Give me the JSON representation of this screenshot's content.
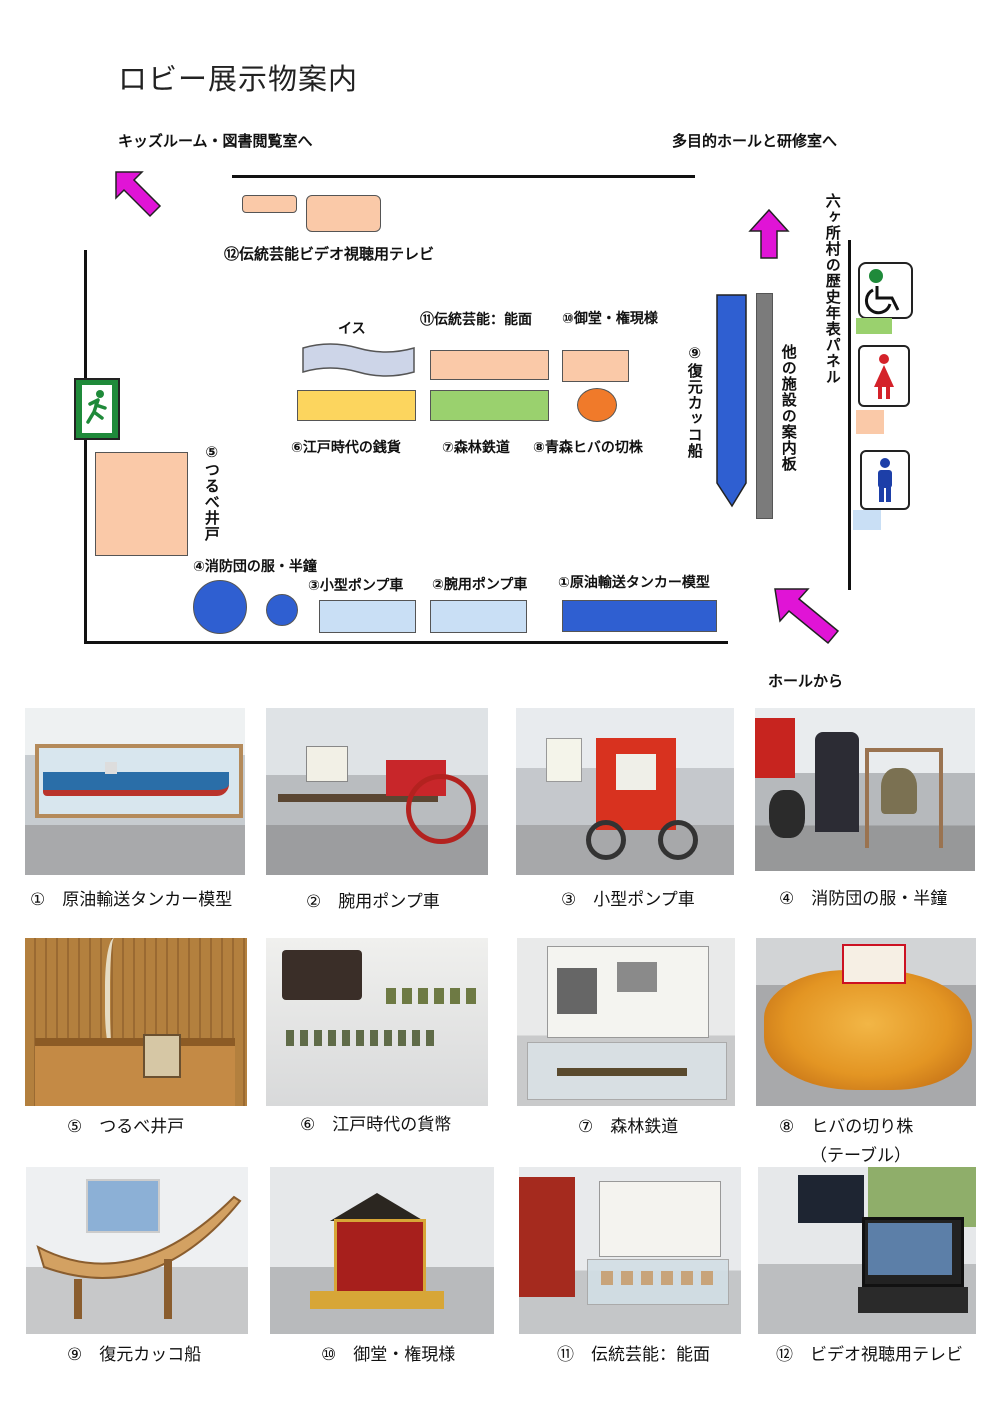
{
  "map": {
    "title": "ロビー展示物案内",
    "directions": {
      "kids_room": "キッズルーム・図書閲覧室へ",
      "hall_room": "多目的ホールと研修室へ",
      "from_hall": "ホールから"
    },
    "side_panel": "六ヶ所村の歴史年表パネル",
    "other_facilities": "他の施設の案内板",
    "labels": {
      "chair": "イス",
      "item1": "①原油輸送タンカー模型",
      "item2": "②腕用ポンプ車",
      "item3": "③小型ポンプ車",
      "item4": "④消防団の服・半鐘",
      "item5": "⑤つるべ井戸",
      "item6": "⑥江戸時代の銭貨",
      "item7": "⑦森林鉄道",
      "item8": "⑧青森ヒバの切株",
      "item9": "⑨復元カッコ船",
      "item10": "⑩御堂・権現様",
      "item11": "⑪伝統芸能：能面",
      "item12": "⑫伝統芸能ビデオ視聴用テレビ"
    },
    "colors": {
      "arrow": "#e014d6",
      "peach": "#fac9a8",
      "yellow": "#fcd55e",
      "green": "#9ad16e",
      "light_blue": "#c9dff5",
      "dark_blue": "#2f5fd1",
      "orange": "#f07a2a",
      "exit_green": "#1f8a3a",
      "female_red": "#d4222a",
      "male_blue": "#1d3fa8"
    },
    "icons": [
      "exit-icon",
      "wheelchair-icon",
      "female-toilet-icon",
      "male-toilet-icon"
    ]
  },
  "photos": {
    "captions": [
      "①　原油輸送タンカー模型",
      "②　腕用ポンプ車",
      "③　小型ポンプ車",
      "④　消防団の服・半鐘",
      "⑤　つるべ井戸",
      "⑥　江戸時代の貨幣",
      "⑦　森林鉄道",
      "⑧　ヒバの切り株",
      "（テーブル）",
      "⑨　復元カッコ船",
      "⑩　御堂・権現様",
      "⑪　伝統芸能：能面",
      "⑫　ビデオ視聴用テレビ"
    ]
  }
}
